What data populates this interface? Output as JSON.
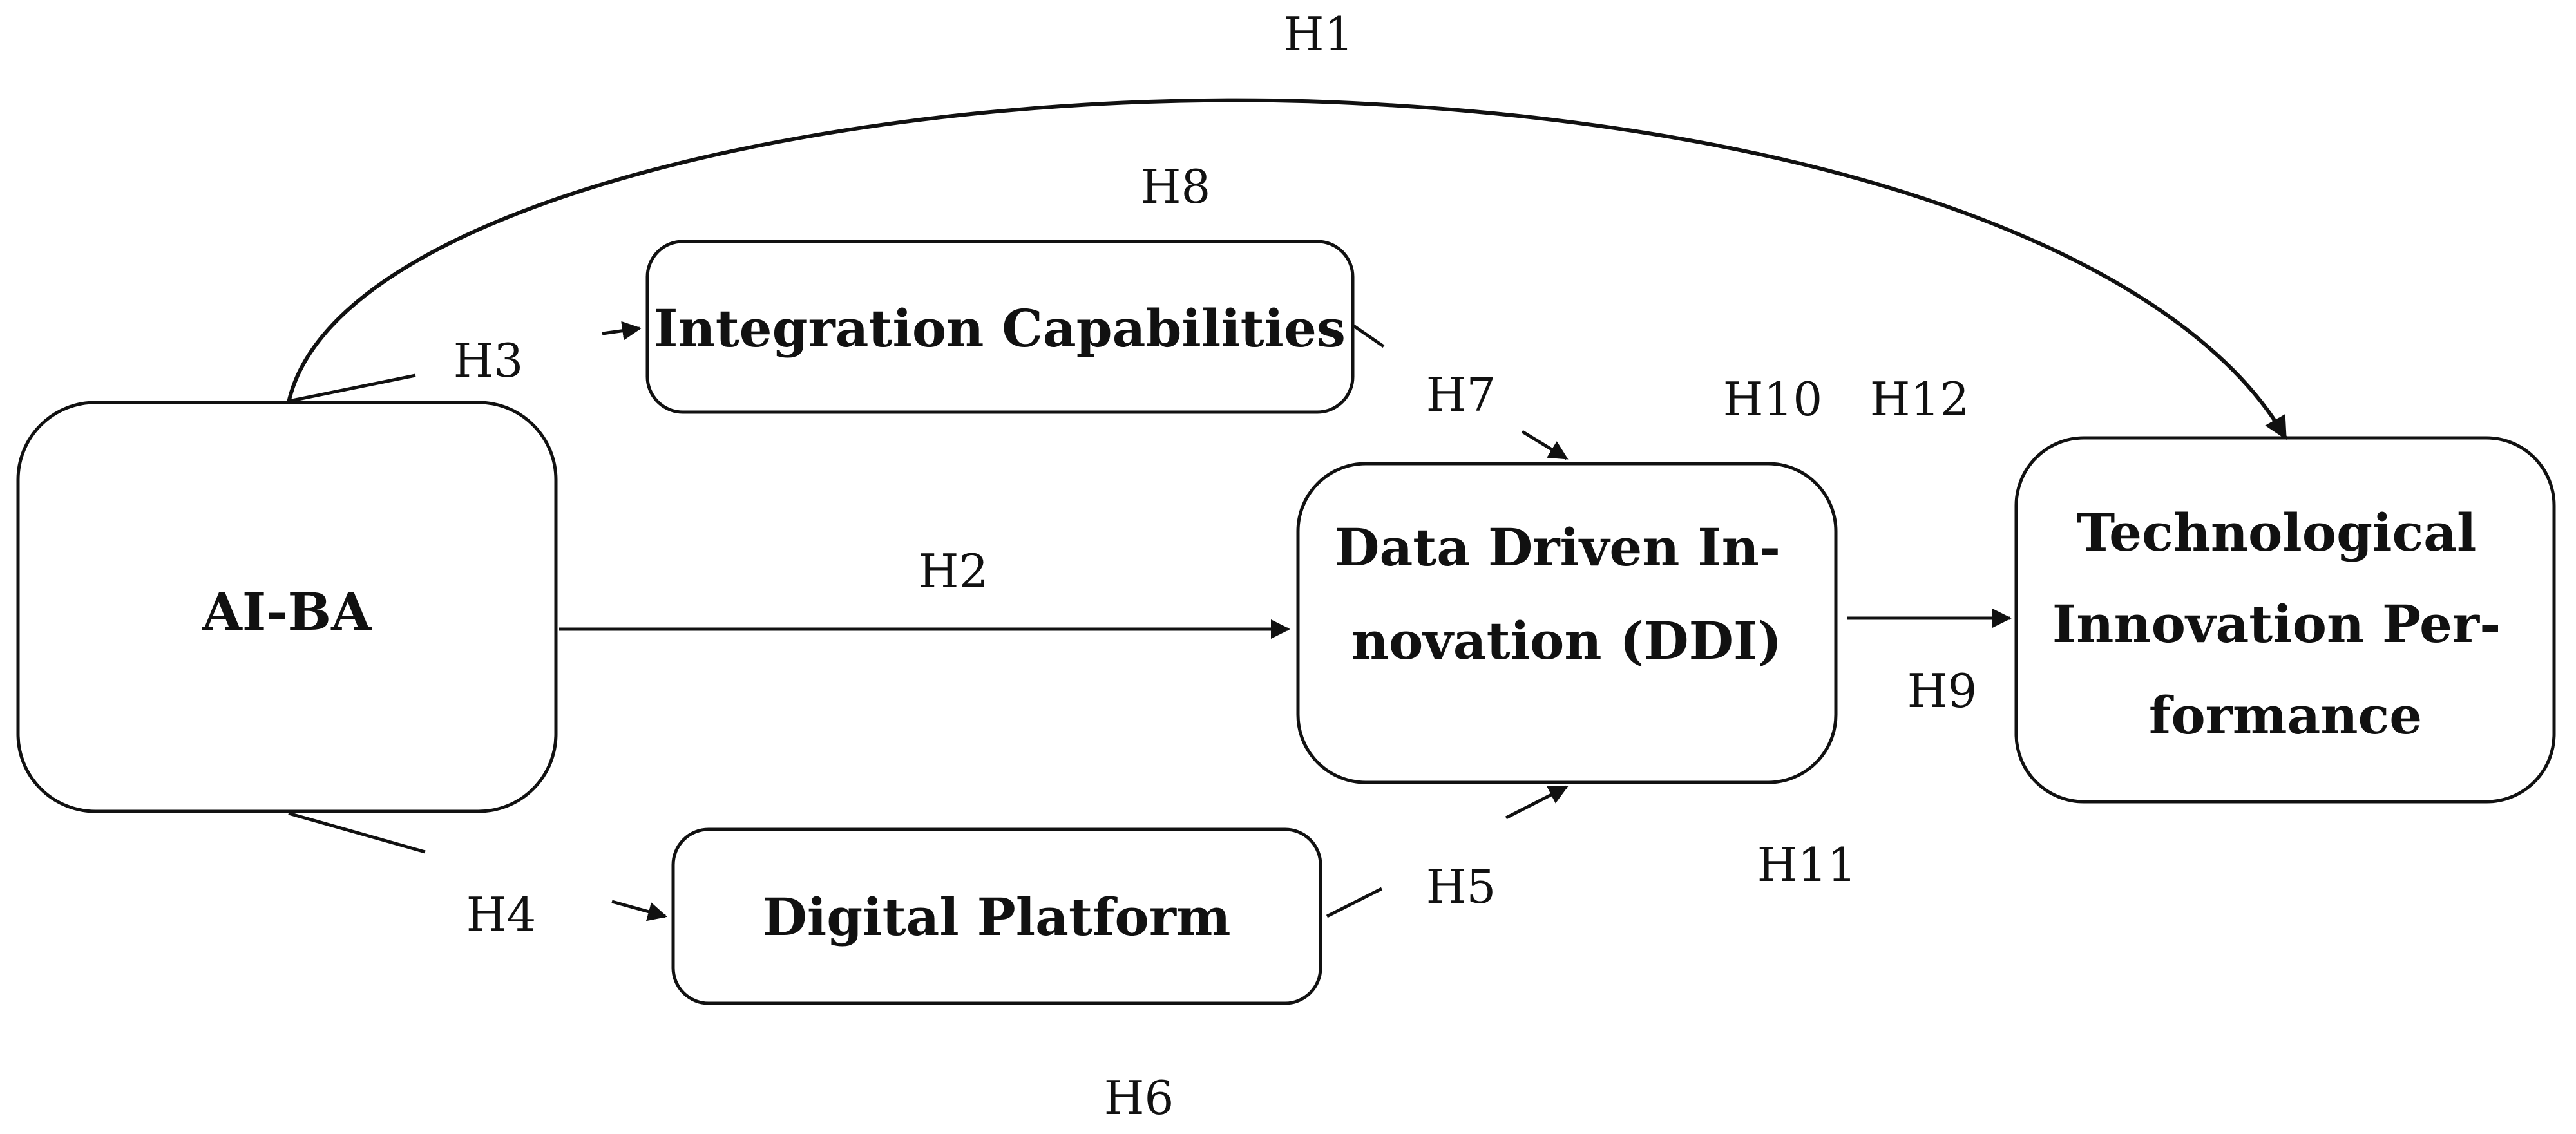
{
  "diagram": {
    "nodes": {
      "aiba": {
        "lines": [
          "AI-BA"
        ]
      },
      "integration": {
        "lines": [
          "Integration Capabilities"
        ]
      },
      "ddi": {
        "lines": [
          "Data Driven In-",
          "novation (DDI)"
        ]
      },
      "digital": {
        "lines": [
          "Digital Platform"
        ]
      },
      "tip": {
        "lines": [
          "Technological",
          "Innovation Per-",
          "formance"
        ]
      }
    },
    "hypotheses": {
      "h1": "H1",
      "h2": "H2",
      "h3": "H3",
      "h4": "H4",
      "h5": "H5",
      "h6": "H6",
      "h7": "H7",
      "h8": "H8",
      "h9": "H9",
      "h10": "H10",
      "h11": "H11",
      "h12": "H12"
    },
    "colors": {
      "stroke": "#111111",
      "background": "#ffffff",
      "text": "#111111"
    }
  }
}
